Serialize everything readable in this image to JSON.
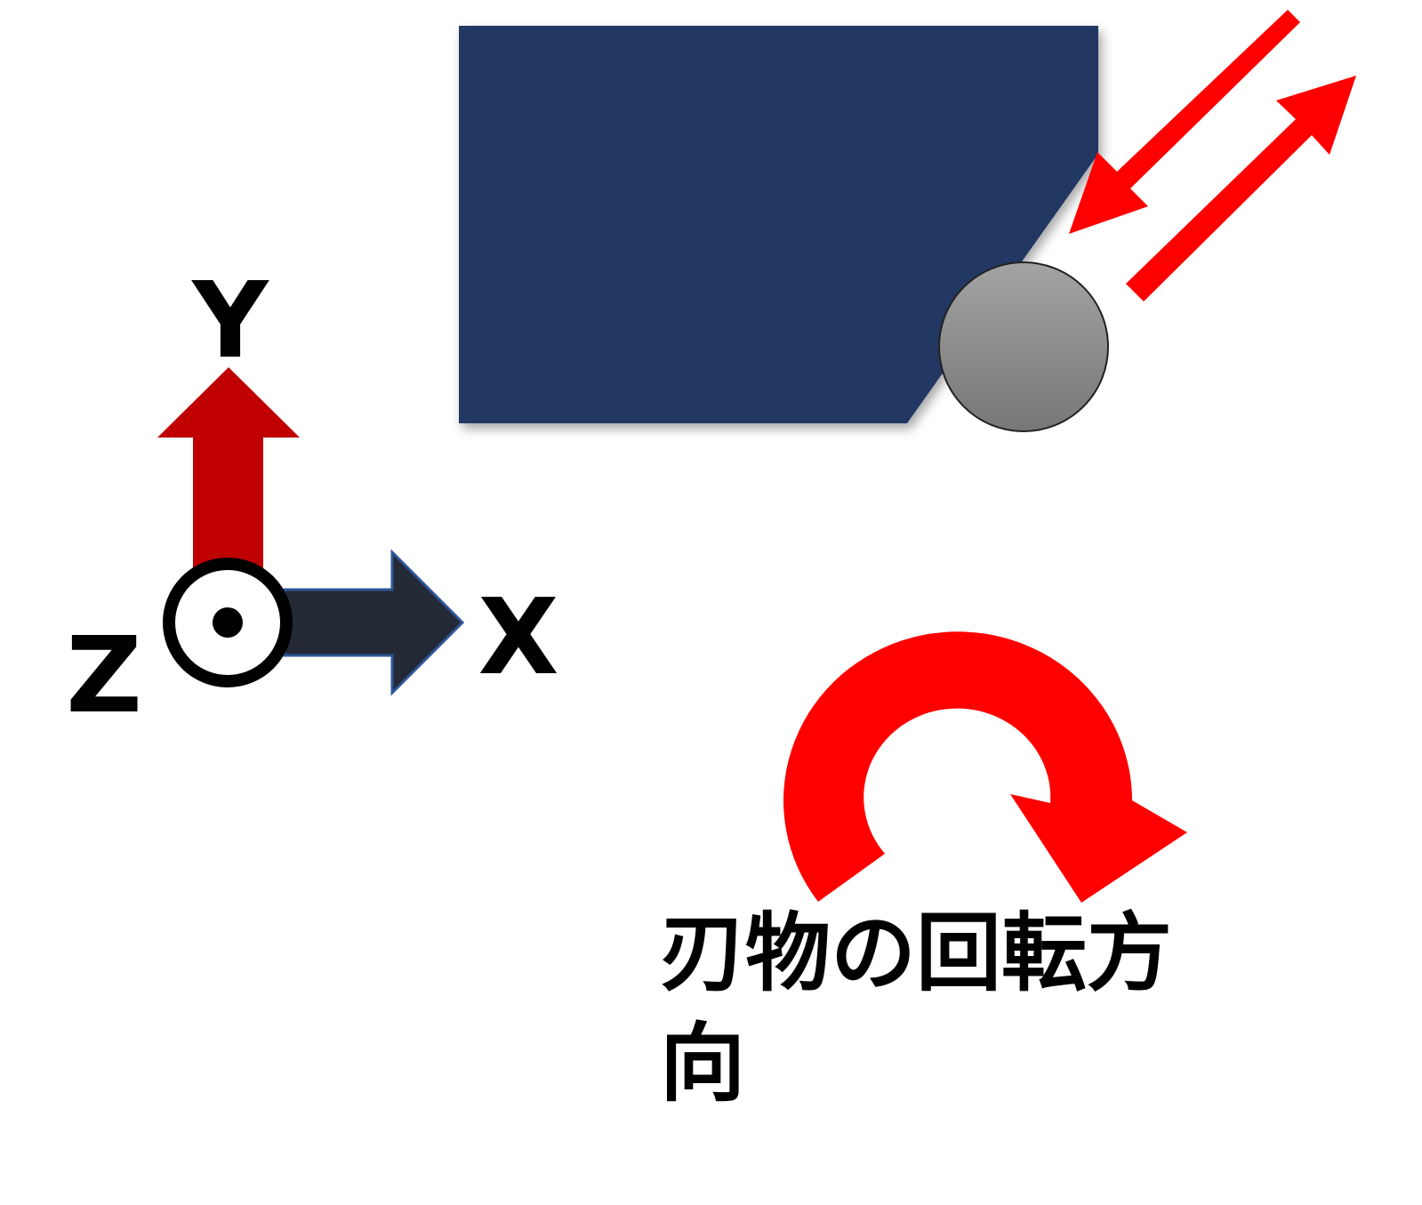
{
  "axes": {
    "y_label": "Y",
    "x_label": "X",
    "z_label": "Z"
  },
  "caption": "刃物の回転方向",
  "colors": {
    "workpiece": "#223864",
    "y_arrow": "#c00000",
    "x_arrow": "#232a36",
    "x_arrow_border": "#2f5597",
    "red_arrow": "#ff0000",
    "tool_gradient_top": "#a3a3a3",
    "tool_gradient_bottom": "#777777",
    "text": "#000000"
  },
  "icons": {
    "z_axis_marker": "out-of-page-dot-icon",
    "tool": "circular-tool-icon",
    "rotation": "clockwise-arrow-icon",
    "feed": "double-diagonal-arrow-icon"
  }
}
